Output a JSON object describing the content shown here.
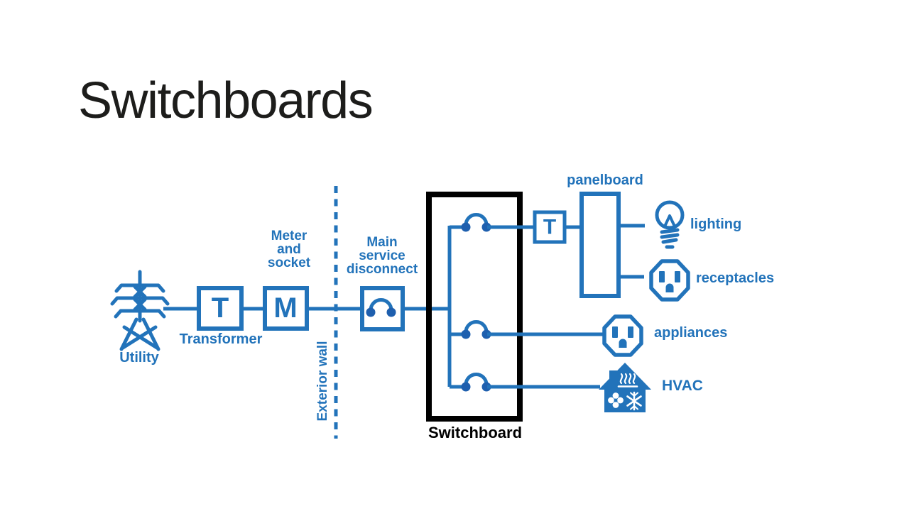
{
  "title": "Switchboards",
  "colors": {
    "accent_blue": "#2273BA",
    "accent_blue_dark": "#1E5FAE",
    "ink_black": "#1D1D1B",
    "background": "#FFFFFF"
  },
  "diagram": {
    "labels": {
      "utility": "Utility",
      "transformer": "Transformer",
      "transformer_symbol": "T",
      "meter": "Meter\nand\nsocket",
      "meter_symbol": "M",
      "exterior_wall": "Exterior wall",
      "main_service_disconnect": "Main\nservice\ndisconnect",
      "switchboard": "Switchboard",
      "panelboard": "panelboard",
      "panel_transformer_symbol": "T",
      "lighting": "lighting",
      "receptacles": "receptacles",
      "appliances": "appliances",
      "hvac": "HVAC"
    },
    "icons": {
      "utility": "transmission-tower-icon",
      "main_service_disconnect": "circuit-breaker-icon",
      "switchboard_feeders": "circuit-breaker-icon",
      "lighting": "light-bulb-icon",
      "receptacles": "power-outlet-icon",
      "appliances": "power-outlet-icon",
      "hvac": "house-climate-icon"
    }
  }
}
